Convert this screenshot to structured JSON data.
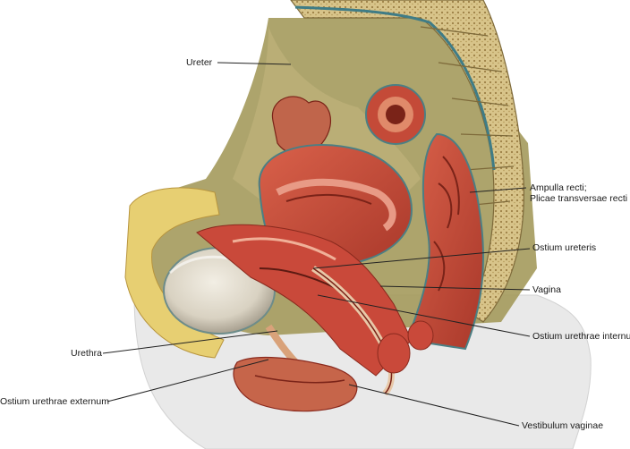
{
  "labels": {
    "ureter": "Ureter",
    "ampulla_line1": "Ampulla recti;",
    "ampulla_line2": "Plicae transversae recti",
    "ostium_ureteris": "Ostium ureteris",
    "vagina": "Vagina",
    "ostium_urethrae_internum": "Ostium urethrae internum",
    "urethra": "Urethra",
    "ostium_urethrae_externum": "Ostium urethrae externum",
    "vestibulum_vaginae": "Vestibulum vaginae"
  }
}
